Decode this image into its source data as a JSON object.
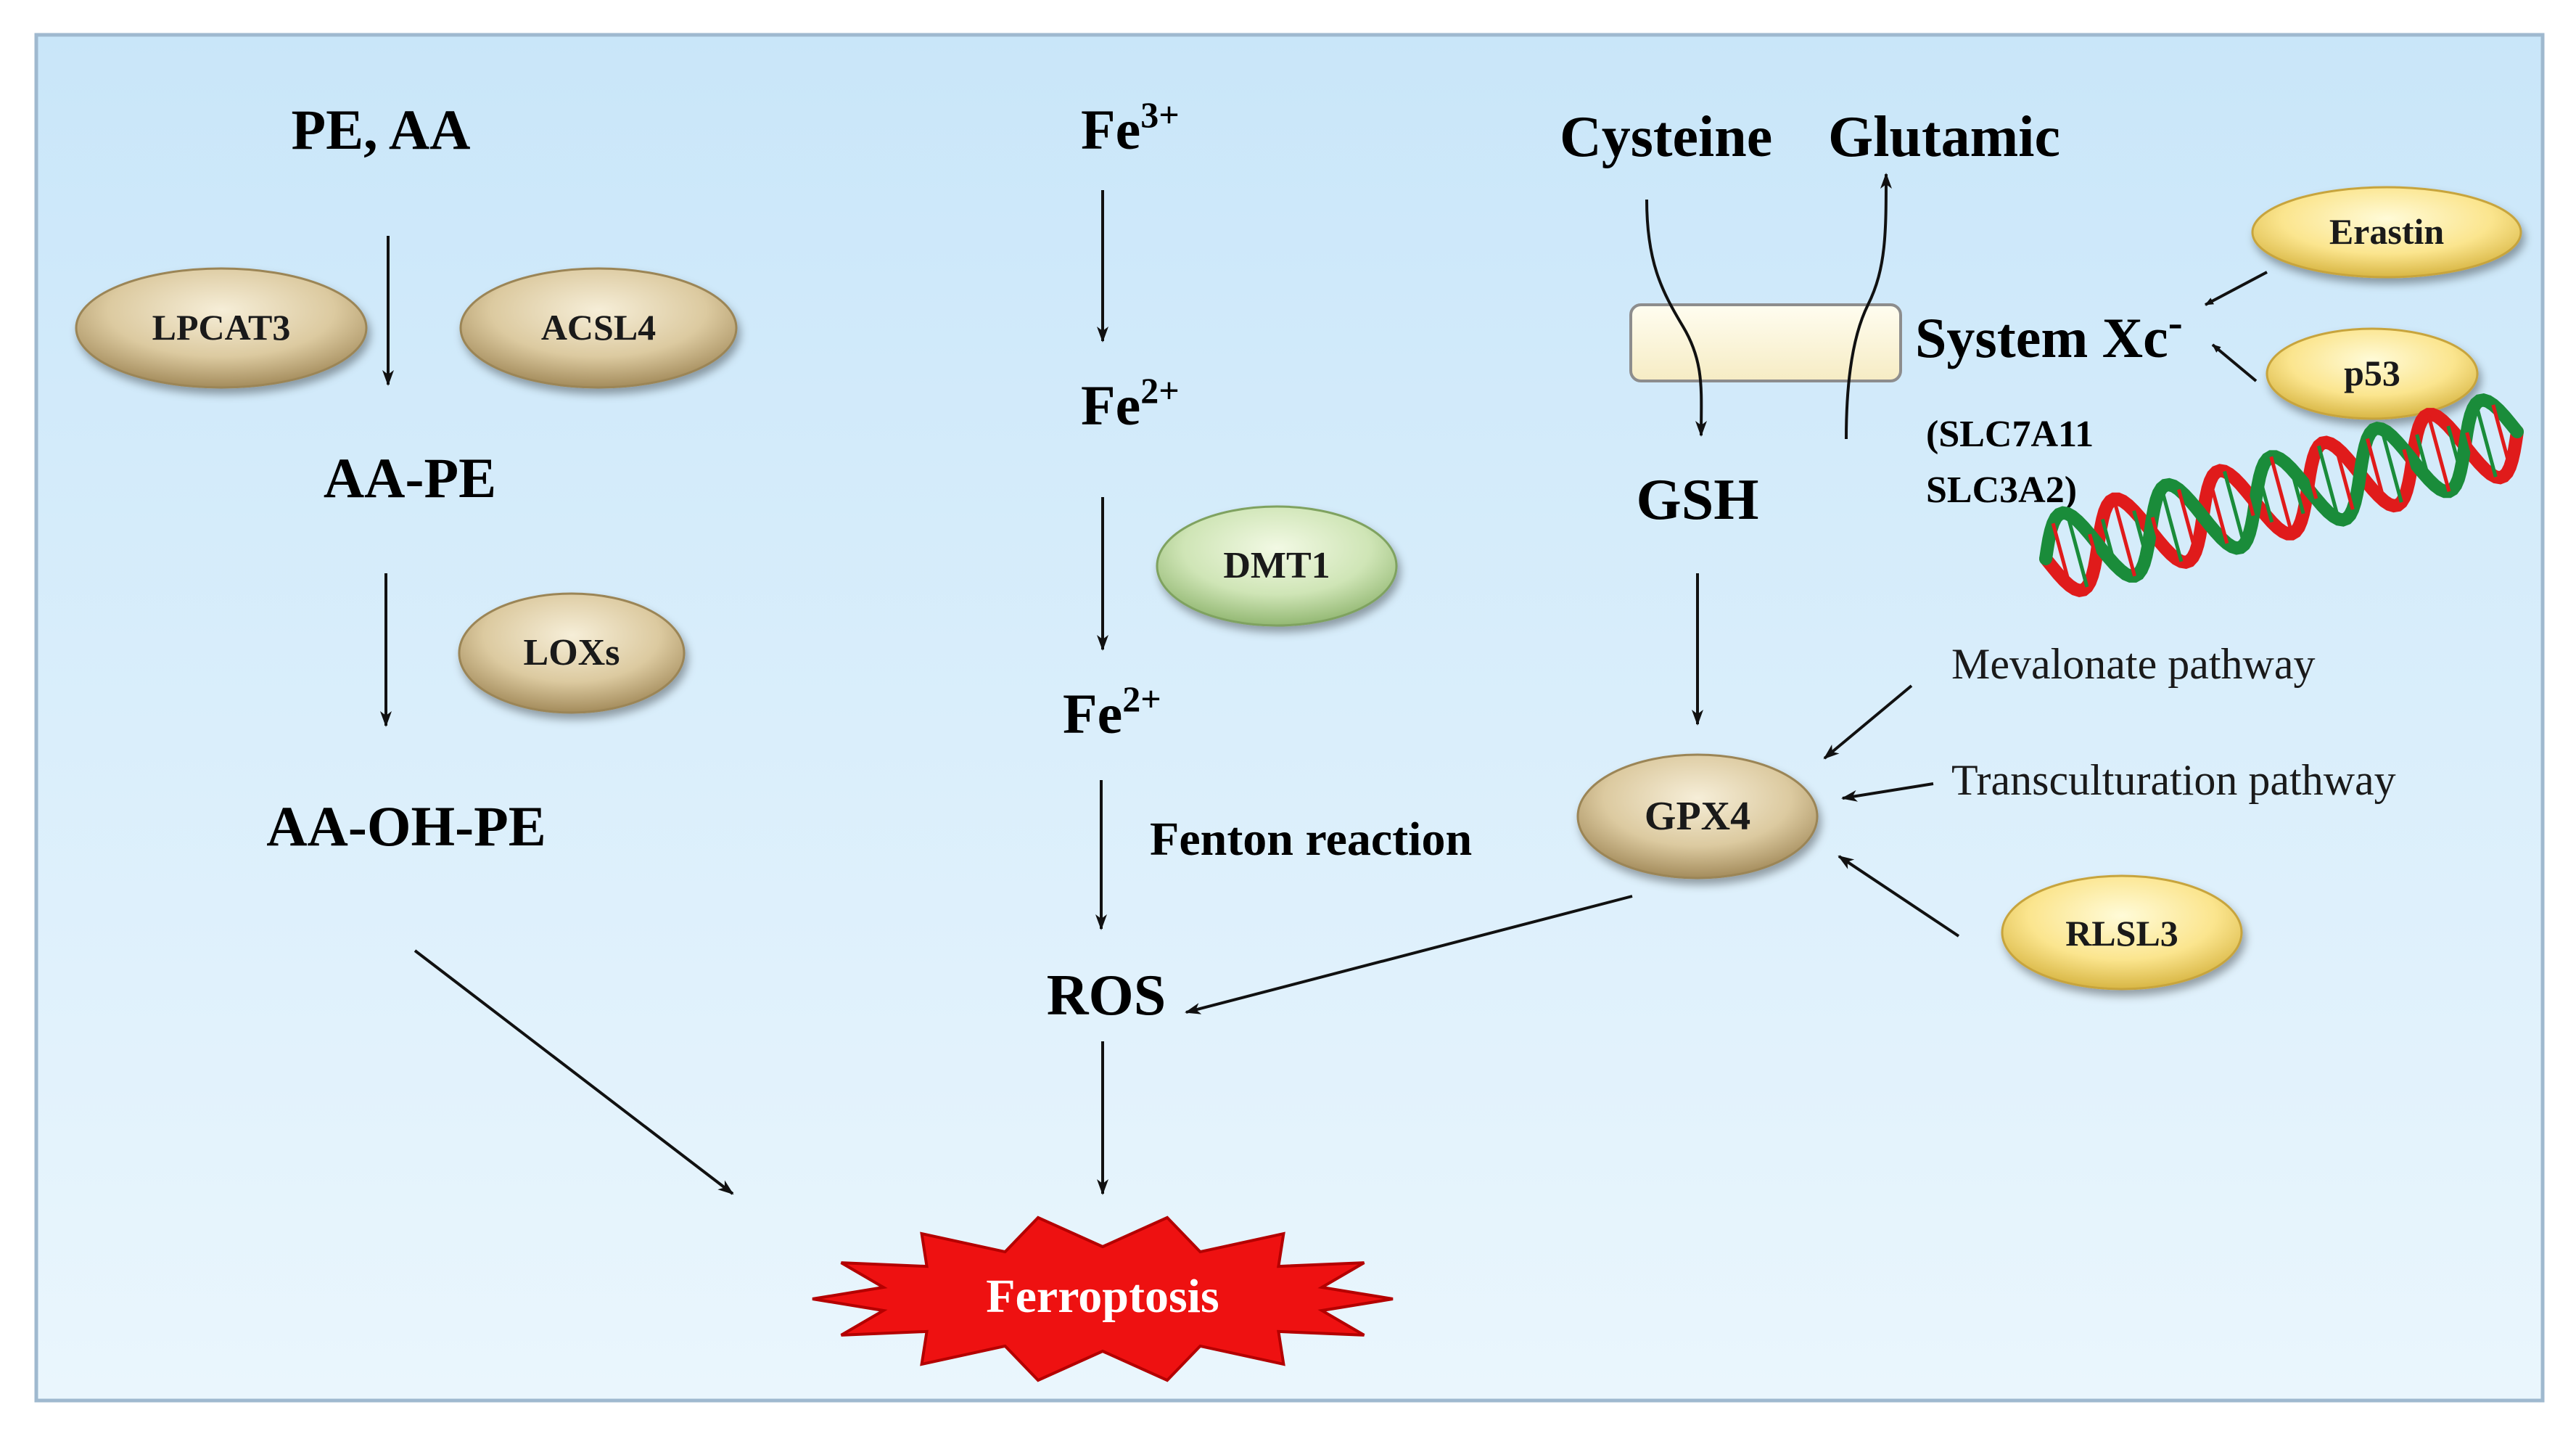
{
  "lipid": {
    "start": "PE, AA",
    "enzyme1": "LPCAT3",
    "enzyme2": "ACSL4",
    "mid": "AA-PE",
    "enzyme3": "LOXs",
    "end": "AA-OH-PE"
  },
  "iron": {
    "fe3": "Fe",
    "fe3_sup": "3+",
    "fe2a": "Fe",
    "fe2a_sup": "2+",
    "transporter": "DMT1",
    "fe2b": "Fe",
    "fe2b_sup": "2+",
    "fenton": "Fenton reaction",
    "ros": "ROS"
  },
  "gsh_axis": {
    "cysteine": "Cysteine",
    "glutamic": "Glutamic",
    "system_label": "System Xc",
    "system_sup": "-",
    "slc_line1": "(SLC7A11",
    "slc_line2": "SLC3A2)",
    "erastin": "Erastin",
    "p53": "p53",
    "gsh": "GSH",
    "gpx4": "GPX4",
    "mevalonate": "Mevalonate pathway",
    "transculturation": "Transculturation pathway",
    "rlsl3": "RLSL3"
  },
  "outcome": "Ferroptosis",
  "colors": {
    "panel_top": "#c9e6f9",
    "panel_bottom": "#eaf6fd",
    "tan_light": "#f4ead1",
    "tan_dark": "#b89f6f",
    "green_light": "#eef7dc",
    "green_dark": "#a9c98a",
    "yellow_light": "#fff5b8",
    "yellow_dark": "#e6c95a",
    "burst": "#ee1111",
    "dna_red": "#e01b1b",
    "dna_green": "#1a8c3a"
  }
}
